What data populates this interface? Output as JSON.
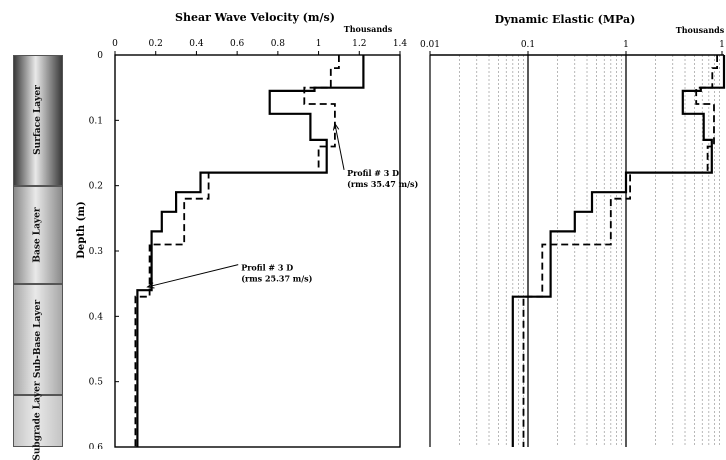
{
  "layers": [
    {
      "label": "Surface Layer",
      "depth_top": 0,
      "depth_bottom": 0.2,
      "color": "#3a3a3a"
    },
    {
      "label": "Base Layer",
      "depth_top": 0.2,
      "depth_bottom": 0.35,
      "color": "#8a8a8a"
    },
    {
      "label": "Sub-Base Layer",
      "depth_top": 0.35,
      "depth_bottom": 0.52,
      "color": "#a8a8a8"
    },
    {
      "label": "Subgrade Layer",
      "depth_top": 0.52,
      "depth_bottom": 0.6,
      "color": "#c4c4c4"
    }
  ],
  "chart_data": [
    {
      "type": "line",
      "title": "Shear Wave Velocity (m/s)",
      "axis_multiplier_label": "Thousands",
      "ylabel": "Depth (m)",
      "xlim": [
        0,
        1.4
      ],
      "ylim": [
        0,
        0.6
      ],
      "x_ticks": [
        "0",
        "0.2",
        "0.4",
        "0.6",
        "0.8",
        "1",
        "1.2",
        "1.4"
      ],
      "y_ticks": [
        "0",
        "0.1",
        "0.2",
        "0.3",
        "0.4",
        "0.5",
        "0.6"
      ],
      "series": [
        {
          "style": "solid",
          "points": [
            [
              1.22,
              0
            ],
            [
              1.22,
              0.05
            ],
            [
              0.98,
              0.05
            ],
            [
              0.98,
              0.055
            ],
            [
              0.76,
              0.055
            ],
            [
              0.76,
              0.09
            ],
            [
              0.96,
              0.09
            ],
            [
              0.96,
              0.13
            ],
            [
              1.04,
              0.13
            ],
            [
              1.04,
              0.18
            ],
            [
              0.42,
              0.18
            ],
            [
              0.42,
              0.21
            ],
            [
              0.3,
              0.21
            ],
            [
              0.3,
              0.24
            ],
            [
              0.23,
              0.24
            ],
            [
              0.23,
              0.27
            ],
            [
              0.18,
              0.27
            ],
            [
              0.18,
              0.36
            ],
            [
              0.11,
              0.36
            ],
            [
              0.11,
              0.6
            ]
          ]
        },
        {
          "style": "dashed",
          "points": [
            [
              1.1,
              0
            ],
            [
              1.1,
              0.02
            ],
            [
              1.06,
              0.02
            ],
            [
              1.06,
              0.05
            ],
            [
              0.93,
              0.05
            ],
            [
              0.93,
              0.075
            ],
            [
              1.08,
              0.075
            ],
            [
              1.08,
              0.14
            ],
            [
              1.0,
              0.14
            ],
            [
              1.0,
              0.18
            ],
            [
              0.46,
              0.18
            ],
            [
              0.46,
              0.22
            ],
            [
              0.34,
              0.22
            ],
            [
              0.34,
              0.29
            ],
            [
              0.17,
              0.29
            ],
            [
              0.17,
              0.37
            ],
            [
              0.1,
              0.37
            ],
            [
              0.1,
              0.6
            ]
          ]
        }
      ],
      "annotations": [
        {
          "text": "Profil # 3 D",
          "sub": "(rms 35.47 m/s)",
          "x": 1.14,
          "y": 0.185,
          "arrow_to": [
            1.08,
            0.105
          ]
        },
        {
          "text": "Profil # 3 D",
          "sub": "(rms 25.37 m/s)",
          "x": 0.62,
          "y": 0.33,
          "arrow_to": [
            0.16,
            0.355
          ]
        }
      ]
    },
    {
      "type": "line",
      "title": "Dynamic Elastic (MPa)",
      "axis_multiplier_label": "Thousands",
      "xscale": "log",
      "xlim": [
        0.01,
        10
      ],
      "ylim": [
        0,
        0.6
      ],
      "x_ticks": [
        "0.01",
        "0.1",
        "1",
        "1"
      ],
      "series": [
        {
          "style": "solid",
          "points": [
            [
              10,
              0
            ],
            [
              10,
              0.05
            ],
            [
              5.8,
              0.05
            ],
            [
              5.8,
              0.055
            ],
            [
              3.8,
              0.055
            ],
            [
              3.8,
              0.09
            ],
            [
              6.2,
              0.09
            ],
            [
              6.2,
              0.13
            ],
            [
              7.5,
              0.13
            ],
            [
              7.5,
              0.18
            ],
            [
              1.0,
              0.18
            ],
            [
              1.0,
              0.21
            ],
            [
              0.45,
              0.21
            ],
            [
              0.45,
              0.24
            ],
            [
              0.3,
              0.24
            ],
            [
              0.3,
              0.27
            ],
            [
              0.17,
              0.27
            ],
            [
              0.17,
              0.37
            ],
            [
              0.07,
              0.37
            ],
            [
              0.07,
              0.6
            ]
          ]
        },
        {
          "style": "dashed",
          "points": [
            [
              8.5,
              0
            ],
            [
              8.5,
              0.02
            ],
            [
              7.6,
              0.02
            ],
            [
              7.6,
              0.05
            ],
            [
              5.2,
              0.05
            ],
            [
              5.2,
              0.075
            ],
            [
              7.9,
              0.075
            ],
            [
              7.9,
              0.14
            ],
            [
              6.8,
              0.14
            ],
            [
              6.8,
              0.18
            ],
            [
              1.1,
              0.18
            ],
            [
              1.1,
              0.22
            ],
            [
              0.7,
              0.22
            ],
            [
              0.7,
              0.29
            ],
            [
              0.14,
              0.29
            ],
            [
              0.14,
              0.37
            ],
            [
              0.09,
              0.37
            ],
            [
              0.09,
              0.6
            ]
          ]
        }
      ]
    }
  ]
}
